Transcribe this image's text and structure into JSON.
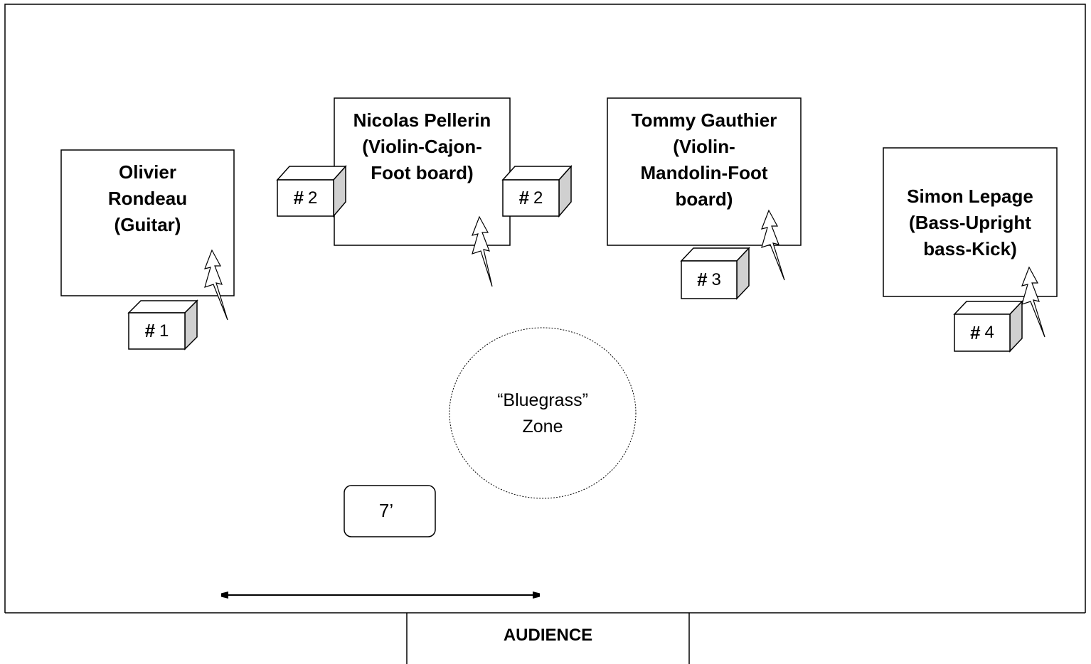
{
  "musicians": {
    "olivier": {
      "lines": [
        "Olivier",
        "Rondeau",
        "(Guitar)"
      ]
    },
    "nicolas": {
      "lines": [
        "Nicolas Pellerin",
        "(Violin-Cajon-",
        "Foot board)"
      ]
    },
    "tommy": {
      "lines": [
        "Tommy Gauthier",
        "(Violin-",
        "Mandolin-Foot",
        "board)"
      ]
    },
    "simon": {
      "lines": [
        "Simon Lepage",
        "(Bass-Upright",
        "bass-Kick)"
      ]
    }
  },
  "monitors": {
    "hash": "#",
    "m1": "1",
    "m2_left": "2",
    "m2_right": "2",
    "m3": "3",
    "m4": "4"
  },
  "zone": {
    "line1": "“Bluegrass”",
    "line2": "Zone"
  },
  "distance_label": "7’",
  "audience_label": "AUDIENCE",
  "icons": {
    "power": "lightning-bolt-icon",
    "monitor": "stage-monitor-icon",
    "arrow": "double-arrow-icon"
  },
  "colors": {
    "line": "#000000",
    "monitor_side": "#d0d0d0",
    "monitor_top": "#ffffff"
  }
}
